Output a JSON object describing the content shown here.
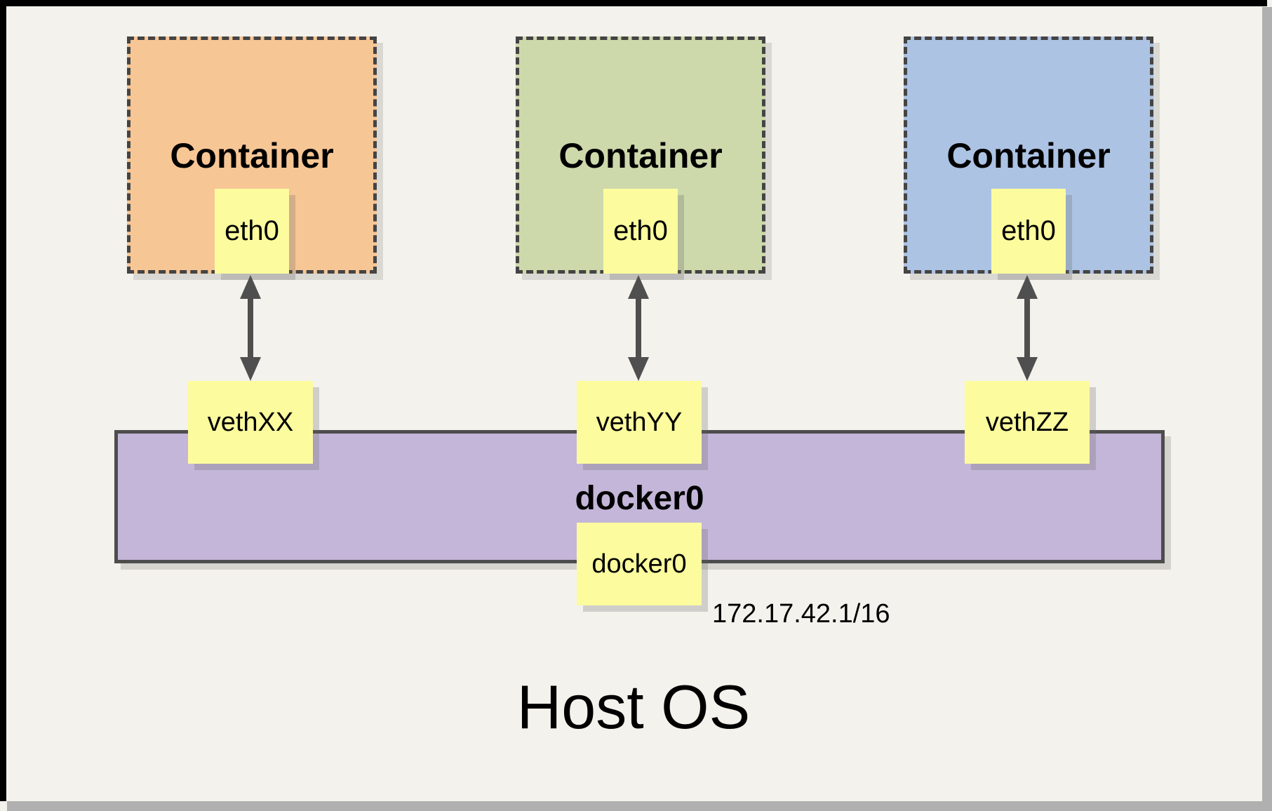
{
  "containers": [
    {
      "title": "Container",
      "interface_label": "eth0",
      "veth_label": "vethXX",
      "fill": "#f7c695"
    },
    {
      "title": "Container",
      "interface_label": "eth0",
      "veth_label": "vethYY",
      "fill": "#cdd9ab"
    },
    {
      "title": "Container",
      "interface_label": "eth0",
      "veth_label": "vethZZ",
      "fill": "#adc3e4"
    }
  ],
  "bridge": {
    "name_label": "docker0",
    "interface_box_label": "docker0",
    "ip_address": "172.17.42.1/16",
    "fill": "#c4b6d8"
  },
  "host": {
    "label": "Host OS"
  },
  "colors": {
    "background": "#f4f2ec",
    "note_yellow": "#fcfc9e",
    "dash_border": "#444444",
    "solid_border": "#4d4d4d",
    "arrow": "#4f4f4f",
    "frame_black": "#000000",
    "frame_shadow": "#b0b0b0",
    "text": "#000000"
  }
}
